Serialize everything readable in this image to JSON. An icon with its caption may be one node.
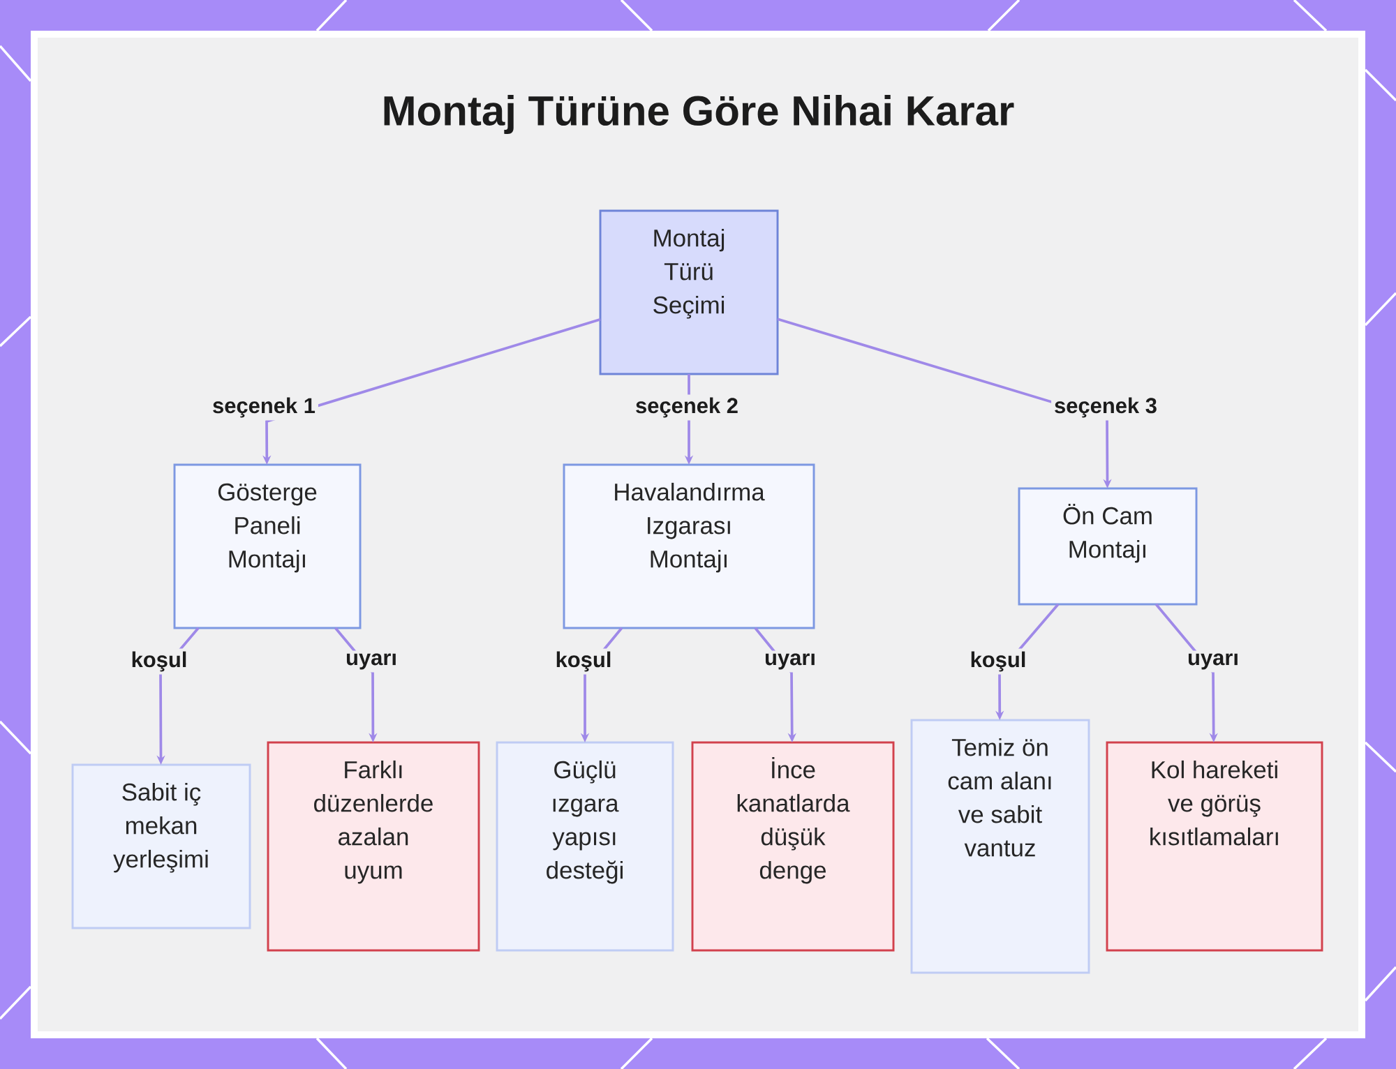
{
  "diagram": {
    "title": "Montaj Türüne Göre Nihai Karar",
    "nodes": [
      {
        "text": [
          "Montaj Türü Seçimi"
        ]
      },
      {
        "text": [
          "Gösterge Paneli Montajı"
        ]
      },
      {
        "text": [
          "Havalandırma Izgarası Montajı"
        ]
      },
      {
        "text": [
          "Ön Cam Montajı"
        ]
      },
      {
        "text": [
          "Sabit iç mekan yerleşimi"
        ]
      },
      {
        "text": [
          "Farklı düzenlerde azalan uyum"
        ]
      },
      {
        "text": [
          "Güçlü ızgara yapısı desteği"
        ]
      },
      {
        "text": [
          "İnce kanatlarda düşük denge"
        ]
      },
      {
        "text": [
          "Temiz ön cam alanı ve sabit vantuz"
        ]
      },
      {
        "text": [
          "Kol hareketi ve görüş kısıtlamaları"
        ]
      }
    ],
    "edges": [
      {
        "from": 0,
        "to": 1,
        "arrow": "to",
        "label": "seçenek 1"
      },
      {
        "from": 0,
        "to": 2,
        "arrow": "to",
        "label": "seçenek 2"
      },
      {
        "from": 0,
        "to": 3,
        "arrow": "to",
        "label": "seçenek 3"
      },
      {
        "from": 1,
        "to": 4,
        "arrow": "to",
        "label": "koşul"
      },
      {
        "from": 1,
        "to": 5,
        "arrow": "to",
        "label": "uyarı"
      },
      {
        "from": 2,
        "to": 6,
        "arrow": "to",
        "label": "koşul"
      },
      {
        "from": 2,
        "to": 7,
        "arrow": "to",
        "label": "uyarı"
      },
      {
        "from": 3,
        "to": 8,
        "arrow": "to",
        "label": "koşul"
      },
      {
        "from": 3,
        "to": 9,
        "arrow": "to",
        "label": "uyarı"
      }
    ]
  }
}
